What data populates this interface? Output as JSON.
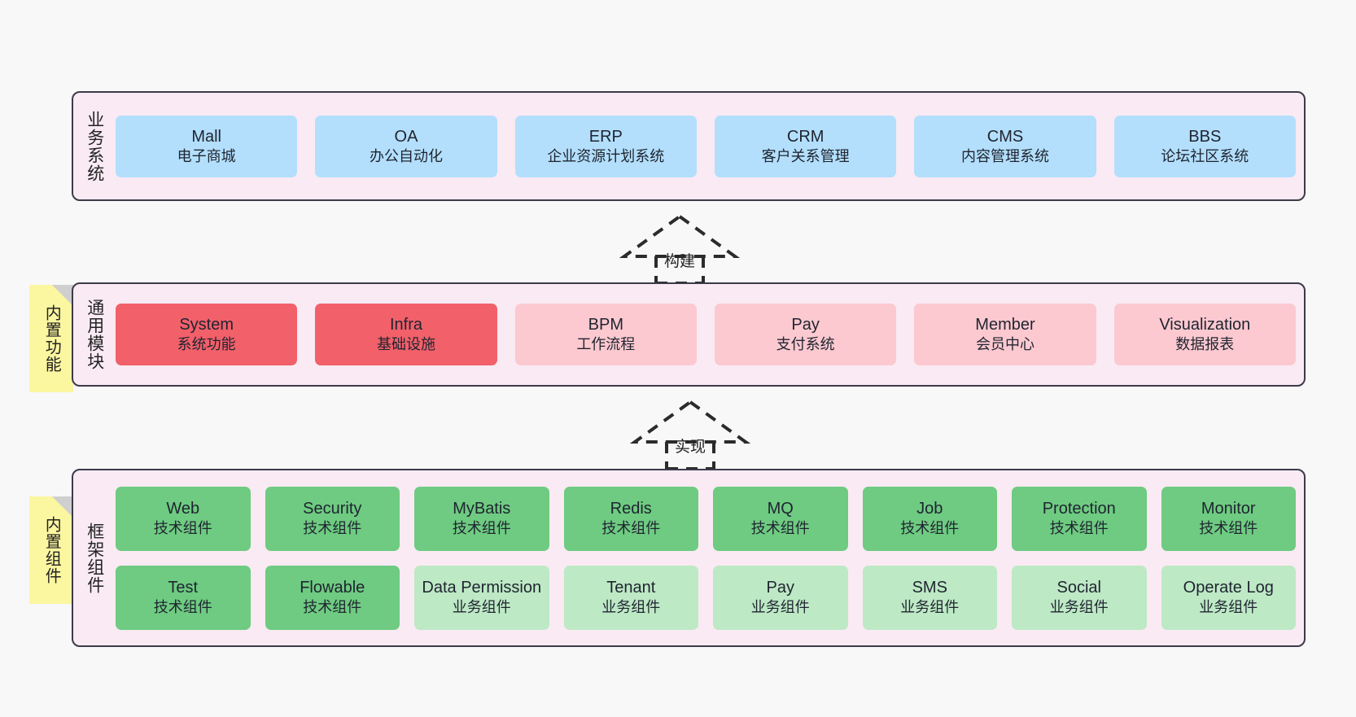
{
  "diagram": {
    "background_color": "#f8f8f8",
    "panel_color": "#f9eaf3",
    "panel_border_color": "#3b3b4a",
    "note_color": "#fbf6a0"
  },
  "layers": [
    {
      "id": "business-systems",
      "title": "业务系统",
      "rows": [
        {
          "cards": [
            {
              "title": "Mall",
              "sub": "电子商城",
              "color": "#b3dffc",
              "style": "c-blue"
            },
            {
              "title": "OA",
              "sub": "办公自动化",
              "color": "#b3dffc",
              "style": "c-blue"
            },
            {
              "title": "ERP",
              "sub": "企业资源计划系统",
              "color": "#b3dffc",
              "style": "c-blue"
            },
            {
              "title": "CRM",
              "sub": "客户关系管理",
              "color": "#b3dffc",
              "style": "c-blue"
            },
            {
              "title": "CMS",
              "sub": "内容管理系统",
              "color": "#b3dffc",
              "style": "c-blue"
            },
            {
              "title": "BBS",
              "sub": "论坛社区系统",
              "color": "#b3dffc",
              "style": "c-blue"
            }
          ]
        }
      ]
    },
    {
      "id": "common-modules",
      "title": "通用模块",
      "note": "内置功能",
      "rows": [
        {
          "cards": [
            {
              "title": "System",
              "sub": "系统功能",
              "color": "#f2606a",
              "style": "c-red"
            },
            {
              "title": "Infra",
              "sub": "基础设施",
              "color": "#f2606a",
              "style": "c-red"
            },
            {
              "title": "BPM",
              "sub": "工作流程",
              "color": "#fcc9d0",
              "style": "c-pink"
            },
            {
              "title": "Pay",
              "sub": "支付系统",
              "color": "#fcc9d0",
              "style": "c-pink"
            },
            {
              "title": "Member",
              "sub": "会员中心",
              "color": "#fcc9d0",
              "style": "c-pink"
            },
            {
              "title": "Visualization",
              "sub": "数据报表",
              "color": "#fcc9d0",
              "style": "c-pink"
            }
          ]
        }
      ]
    },
    {
      "id": "framework-components",
      "title": "框架组件",
      "note": "内置组件",
      "rows": [
        {
          "cards": [
            {
              "title": "Web",
              "sub": "技术组件",
              "color": "#6ecb81",
              "style": "c-green"
            },
            {
              "title": "Security",
              "sub": "技术组件",
              "color": "#6ecb81",
              "style": "c-green"
            },
            {
              "title": "MyBatis",
              "sub": "技术组件",
              "color": "#6ecb81",
              "style": "c-green"
            },
            {
              "title": "Redis",
              "sub": "技术组件",
              "color": "#6ecb81",
              "style": "c-green"
            },
            {
              "title": "MQ",
              "sub": "技术组件",
              "color": "#6ecb81",
              "style": "c-green"
            },
            {
              "title": "Job",
              "sub": "技术组件",
              "color": "#6ecb81",
              "style": "c-green"
            },
            {
              "title": "Protection",
              "sub": "技术组件",
              "color": "#6ecb81",
              "style": "c-green"
            },
            {
              "title": "Monitor",
              "sub": "技术组件",
              "color": "#6ecb81",
              "style": "c-green"
            }
          ]
        },
        {
          "cards": [
            {
              "title": "Test",
              "sub": "技术组件",
              "color": "#6ecb81",
              "style": "c-green"
            },
            {
              "title": "Flowable",
              "sub": "技术组件",
              "color": "#6ecb81",
              "style": "c-green"
            },
            {
              "title": "Data Permission",
              "sub": "业务组件",
              "color": "#bde9c5",
              "style": "c-lightgreen"
            },
            {
              "title": "Tenant",
              "sub": "业务组件",
              "color": "#bde9c5",
              "style": "c-lightgreen"
            },
            {
              "title": "Pay",
              "sub": "业务组件",
              "color": "#bde9c5",
              "style": "c-lightgreen"
            },
            {
              "title": "SMS",
              "sub": "业务组件",
              "color": "#bde9c5",
              "style": "c-lightgreen"
            },
            {
              "title": "Social",
              "sub": "业务组件",
              "color": "#bde9c5",
              "style": "c-lightgreen"
            },
            {
              "title": "Operate Log",
              "sub": "业务组件",
              "color": "#bde9c5",
              "style": "c-lightgreen"
            }
          ]
        }
      ]
    }
  ],
  "arrows": [
    {
      "id": "arrow-build",
      "label": "构建"
    },
    {
      "id": "arrow-implement",
      "label": "实现"
    }
  ]
}
